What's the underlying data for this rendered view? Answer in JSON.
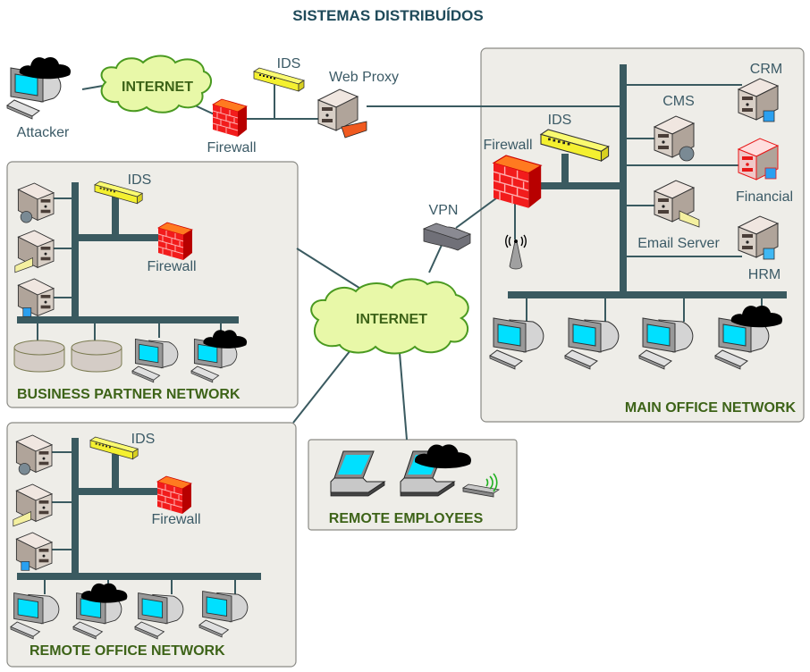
{
  "title": "SISTEMAS DISTRIBUÍDOS",
  "colors": {
    "bus": "#3a5a60",
    "panel_bg": "#eeede8",
    "network_label": "#3d6318",
    "device_label": "#3b5a66",
    "cloud_fill": "#e8f8a8",
    "cloud_stroke": "#4a9a20",
    "firewall": "#e81818",
    "ids": "#f4f030",
    "screen": "#00e0ff"
  },
  "top": {
    "attacker": {
      "label": "Attacker",
      "icon": "hacker-computer-icon"
    },
    "internet": {
      "label": "INTERNET",
      "icon": "cloud-icon"
    },
    "firewall": {
      "label": "Firewall",
      "icon": "firewall-icon"
    },
    "ids": {
      "label": "IDS",
      "icon": "ids-switch-icon"
    },
    "web_proxy": {
      "label": "Web Proxy",
      "icon": "server-icon"
    }
  },
  "internet_center": {
    "label": "INTERNET",
    "icon": "cloud-icon"
  },
  "vpn": {
    "label": "VPN",
    "icon": "vpn-router-icon"
  },
  "main_office": {
    "name": "MAIN OFFICE NETWORK",
    "firewall": "Firewall",
    "ids": "IDS",
    "servers": [
      {
        "label": "CRM",
        "badge": "blue-square"
      },
      {
        "label": "CMS",
        "badge": "gray-circle"
      },
      {
        "label": "Financial",
        "badge": "blue-square",
        "highlight": "red"
      },
      {
        "label": "Email Server",
        "badge": "yellow-card"
      },
      {
        "label": "HRM",
        "badge": "blue-square"
      }
    ],
    "wireless_ap": "wireless-antenna-icon",
    "workstations": [
      {
        "compromised": false
      },
      {
        "compromised": false
      },
      {
        "compromised": false
      },
      {
        "compromised": true
      }
    ]
  },
  "business_partner": {
    "name": "BUSINESS PARTNER NETWORK",
    "ids": "IDS",
    "firewall": "Firewall",
    "servers": [
      {
        "badge": "gray-circle"
      },
      {
        "badge": "yellow-card"
      },
      {
        "badge": "blue-square"
      }
    ],
    "databases": 2,
    "workstations": [
      {
        "compromised": false
      },
      {
        "compromised": true
      }
    ]
  },
  "remote_office": {
    "name": "REMOTE OFFICE NETWORK",
    "ids": "IDS",
    "firewall": "Firewall",
    "servers": [
      {
        "badge": "gray-circle"
      },
      {
        "badge": "yellow-card"
      },
      {
        "badge": "blue-square"
      }
    ],
    "workstations": [
      {
        "compromised": false
      },
      {
        "compromised": true
      },
      {
        "compromised": false
      },
      {
        "compromised": false
      }
    ]
  },
  "remote_employees": {
    "name": "REMOTE EMPLOYEES",
    "laptops": [
      {
        "compromised": false
      },
      {
        "compromised": true
      }
    ],
    "wireless_modem": "wireless-modem-icon"
  }
}
